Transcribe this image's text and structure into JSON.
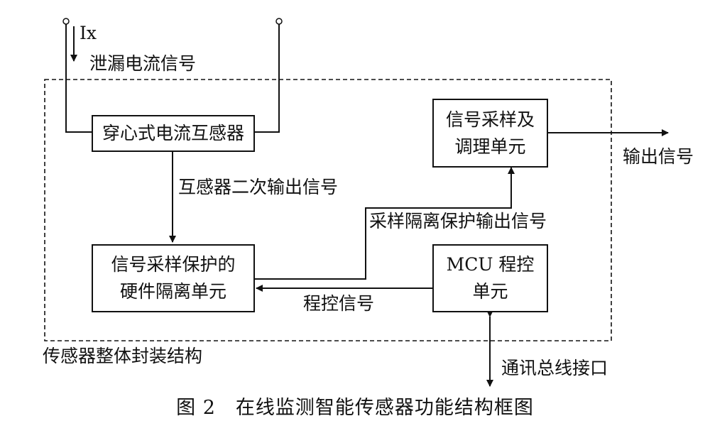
{
  "colors": {
    "ink": "#111111",
    "background": "#ffffff"
  },
  "diagram": {
    "current_label": "Ix",
    "leakage_signal": "泄漏电流信号",
    "transformer": "穿心式电流互感器",
    "transformer_output": "互感器二次输出信号",
    "sampling_unit": {
      "line1": "信号采样及",
      "line2": "调理单元"
    },
    "output_signal": "输出信号",
    "isolation_unit": {
      "line1": "信号采样保护的",
      "line2": "硬件隔离单元"
    },
    "isolation_output": "采样隔离保护输出信号",
    "mcu_unit": {
      "line1": "MCU 程控",
      "line2": "单元"
    },
    "control_signal": "程控信号",
    "package": "传感器整体封装结构",
    "bus": "通讯总线接口",
    "caption": "图 2　在线监测智能传感器功能结构框图"
  }
}
